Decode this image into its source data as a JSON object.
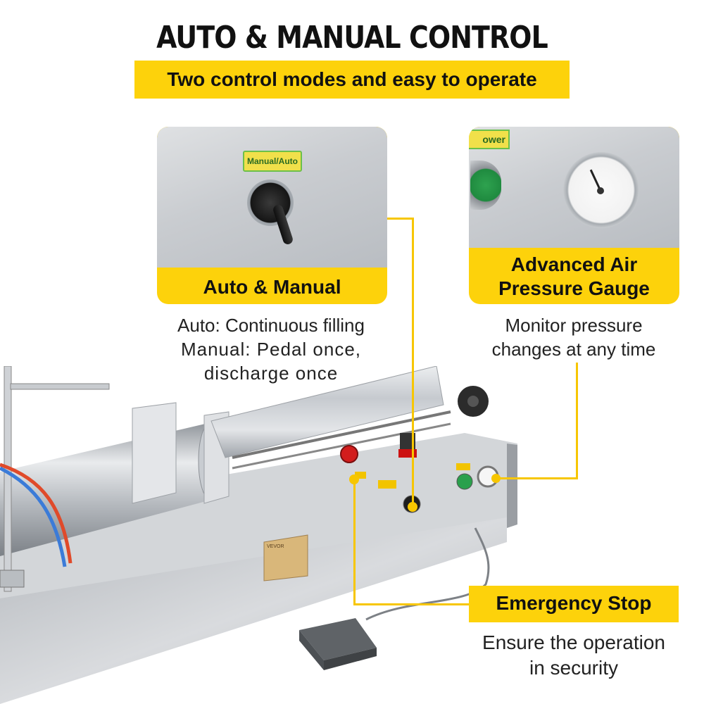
{
  "header": {
    "title": "AUTO & MANUAL CONTROL",
    "subtitle": "Two control modes and easy to operate"
  },
  "cards": {
    "auto_manual": {
      "label": "Auto & Manual",
      "panel_label": "Manual/Auto",
      "description_line1": "Auto: Continuous filling",
      "description_line2": "Manual: Pedal once,",
      "description_line3": "discharge once"
    },
    "gauge": {
      "label_line1": "Advanced Air",
      "label_line2": "Pressure Gauge",
      "panel_label": "ower",
      "description_line1": "Monitor pressure",
      "description_line2": "changes at any time"
    },
    "emergency": {
      "label": "Emergency Stop",
      "description_line1": "Ensure the operation",
      "description_line2": "in security"
    }
  },
  "machine": {
    "brand_plate": "VEVOR"
  },
  "colors": {
    "accent": "#fdd20b",
    "line": "#f7c600",
    "steel": "#c4c8cc"
  }
}
